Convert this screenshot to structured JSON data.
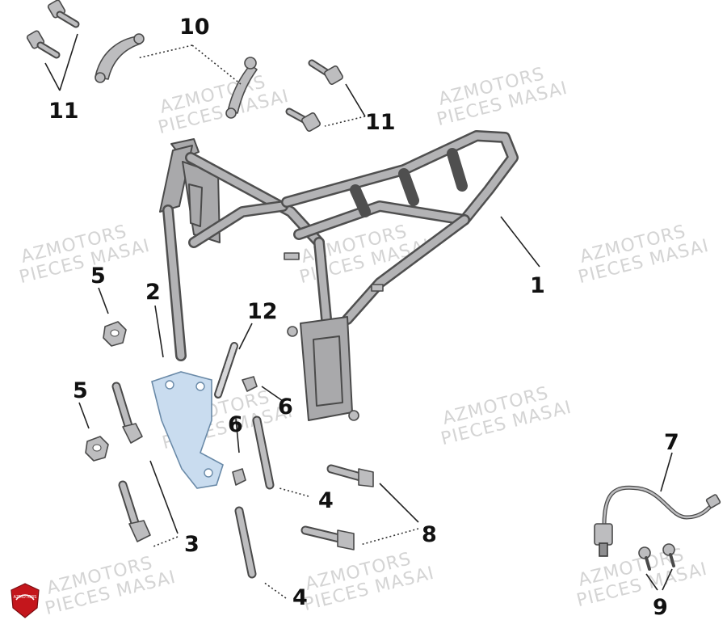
{
  "watermark": {
    "line1": "AZMOTORS",
    "line2": "PIECES MASAI"
  },
  "logo": {
    "text": "AZMOTORS",
    "color": "#c4161c"
  },
  "callouts": [
    {
      "id": "c1",
      "label": "1"
    },
    {
      "id": "c2",
      "label": "2"
    },
    {
      "id": "c3",
      "label": "3"
    },
    {
      "id": "c4a",
      "label": "4"
    },
    {
      "id": "c4b",
      "label": "4"
    },
    {
      "id": "c5a",
      "label": "5"
    },
    {
      "id": "c5b",
      "label": "5"
    },
    {
      "id": "c6a",
      "label": "6"
    },
    {
      "id": "c6b",
      "label": "6"
    },
    {
      "id": "c7",
      "label": "7"
    },
    {
      "id": "c8",
      "label": "8"
    },
    {
      "id": "c9",
      "label": "9"
    },
    {
      "id": "c10",
      "label": "10"
    },
    {
      "id": "c11a",
      "label": "11"
    },
    {
      "id": "c11b",
      "label": "11"
    },
    {
      "id": "c12",
      "label": "12"
    }
  ],
  "colors": {
    "part_fill": "#bdbdbf",
    "frame_fill": "#a9a9ab",
    "plate_fill": "#c9dcef",
    "callout": "#111111",
    "watermark": "#d4d4d4"
  }
}
